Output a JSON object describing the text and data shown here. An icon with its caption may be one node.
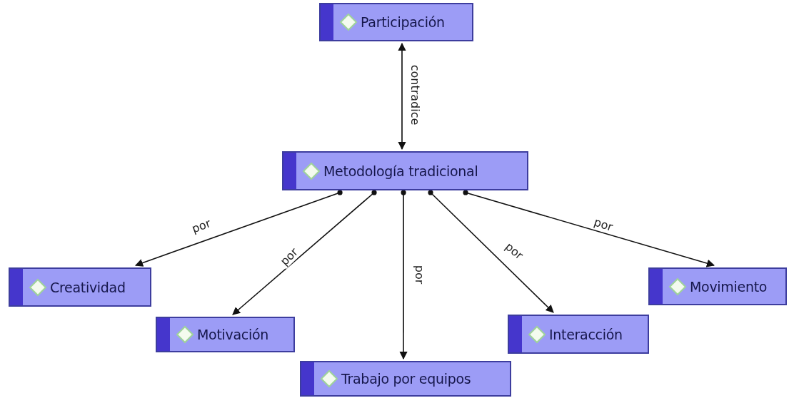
{
  "diagram": {
    "nodes": [
      {
        "text": [
          "Participación"
        ]
      },
      {
        "text": [
          "Metodología tradicional"
        ]
      },
      {
        "text": [
          "Creatividad"
        ]
      },
      {
        "text": [
          "Motivación"
        ]
      },
      {
        "text": [
          "Trabajo por equipos"
        ]
      },
      {
        "text": [
          "Interacción"
        ]
      },
      {
        "text": [
          "Movimiento"
        ]
      }
    ],
    "edges": [
      {
        "from": 0,
        "to": 1,
        "arrow": "both",
        "label": "contradice"
      },
      {
        "from": 1,
        "to": 2,
        "arrow": "to",
        "label": "por"
      },
      {
        "from": 1,
        "to": 3,
        "arrow": "to",
        "label": "por"
      },
      {
        "from": 1,
        "to": 4,
        "arrow": "to",
        "label": "por"
      },
      {
        "from": 1,
        "to": 5,
        "arrow": "to",
        "label": "por"
      },
      {
        "from": 1,
        "to": 6,
        "arrow": "to",
        "label": "por"
      }
    ]
  }
}
